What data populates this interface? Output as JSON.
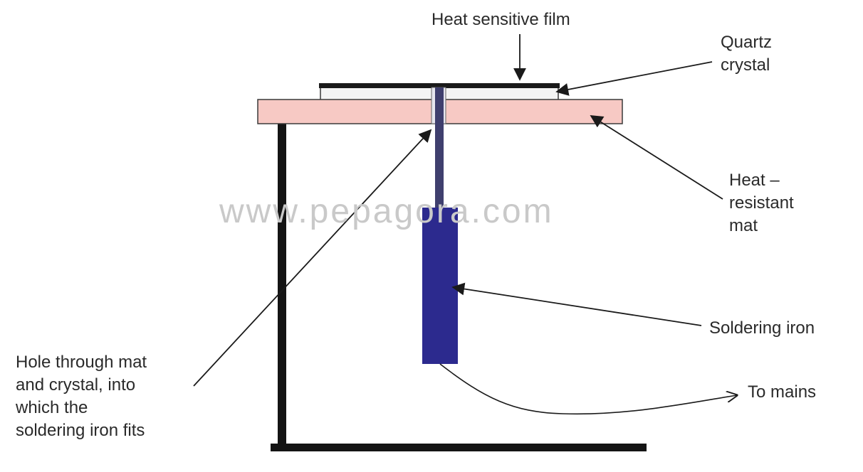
{
  "labels": {
    "heat_sensitive_film": "Heat sensitive film",
    "quartz_crystal": "Quartz\ncrystal",
    "heat_resistant_mat": "Heat –\nresistant\nmat",
    "soldering_iron": "Soldering iron",
    "to_mains": "To mains",
    "hole": "Hole through mat\nand crystal, into\nwhich the\nsoldering iron fits"
  },
  "watermark": "www.pepagora.com",
  "colors": {
    "mat_fill": "#f7c9c4",
    "mat_stroke": "#3a3a3a",
    "crystal_fill": "#f4f4f4",
    "film": "#1a1a1a",
    "iron_body": "#2c2a8e",
    "iron_shaft": "#3f3f6e",
    "stand": "#141414",
    "arrow": "#1a1a1a"
  }
}
